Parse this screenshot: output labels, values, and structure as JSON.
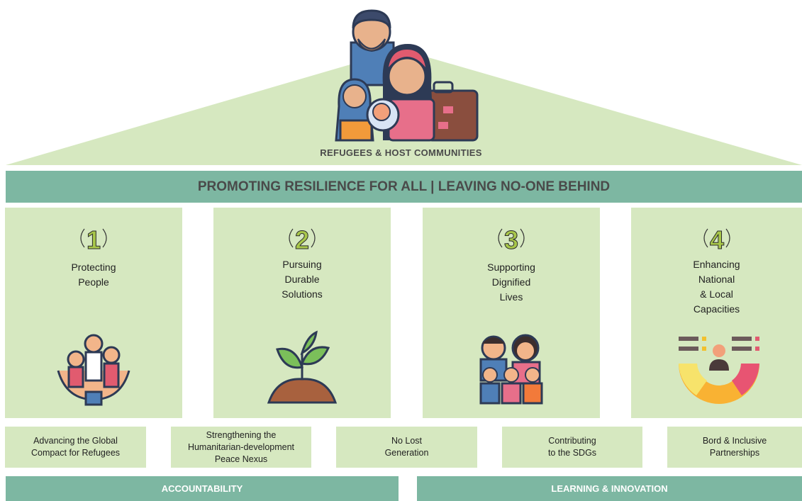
{
  "roof": {
    "label": "REFUGEES & HOST COMMUNITIES"
  },
  "banner": {
    "text": "PROMOTING RESILIENCE FOR ALL | LEAVING NO-ONE BEHIND"
  },
  "pillars": [
    {
      "number": "1",
      "title": "Protecting\nPeople",
      "icon": "family-in-hands-icon"
    },
    {
      "number": "2",
      "title": "Pursuing\nDurable\nSolutions",
      "icon": "sprouting-plant-icon"
    },
    {
      "number": "3",
      "title": "Supporting\nDignified\nLives",
      "icon": "family-group-icon"
    },
    {
      "number": "4",
      "title": "Enhancing\nNational\n& Local\nCapacities",
      "icon": "capacity-gauge-icon"
    }
  ],
  "goals": [
    "Advancing the Global\nCompact for Refugees",
    "Strengthening the\nHumanitarian-development\nPeace Nexus",
    "No Lost\nGeneration",
    "Contributing\nto the SDGs",
    "Bord & Inclusive\nPartnerships"
  ],
  "base": {
    "left": "ACCOUNTABILITY",
    "right": "LEARNING & INNOVATION"
  },
  "colors": {
    "roof": "#d6e8c0",
    "banner": "#7db7a2",
    "pillar": "#d6e8c0",
    "number_accent": "#a8c74a"
  }
}
